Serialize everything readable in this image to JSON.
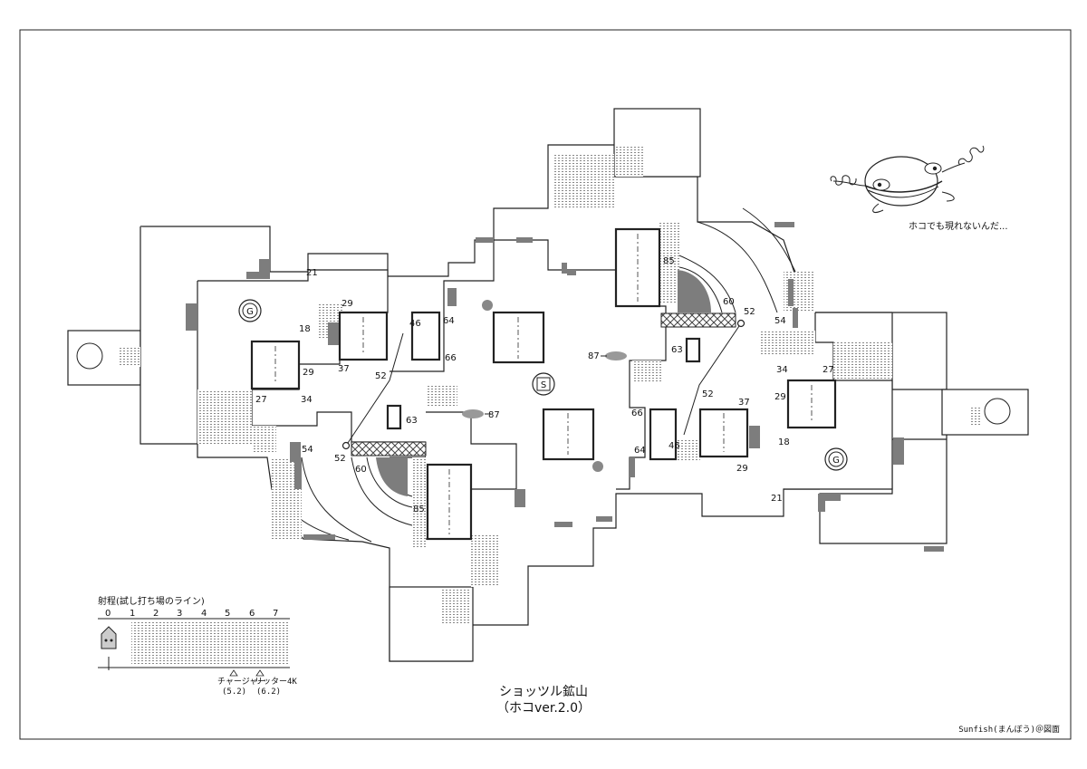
{
  "map": {
    "title": "ショッツル鉱山",
    "subtitle": "（ホコver.2.0）",
    "credit": "Sunfish(まんぼう)＠図面",
    "speech": "ホコでも現れないんだ...",
    "spawn_label": "S",
    "goal_label": "G",
    "heights_left": [
      "21",
      "29",
      "18",
      "46",
      "64",
      "66",
      "37",
      "29",
      "27",
      "34",
      "52",
      "63",
      "87",
      "54",
      "52",
      "60",
      "85"
    ],
    "heights_right": [
      "85",
      "60",
      "52",
      "54",
      "87",
      "63",
      "34",
      "27",
      "52",
      "37",
      "29",
      "66",
      "46",
      "64",
      "18",
      "29",
      "21"
    ]
  },
  "range_legend": {
    "title": "射程(試し打ち場のライン)",
    "ticks": [
      "0",
      "1",
      "2",
      "3",
      "4",
      "5",
      "6",
      "7"
    ],
    "markers": [
      {
        "name": "チャージャー",
        "value": "(5.2)"
      },
      {
        "name": "リッター4K",
        "value": "(6.2)"
      }
    ]
  },
  "colors": {
    "border": "#222222",
    "block": "#7d7d7d"
  }
}
